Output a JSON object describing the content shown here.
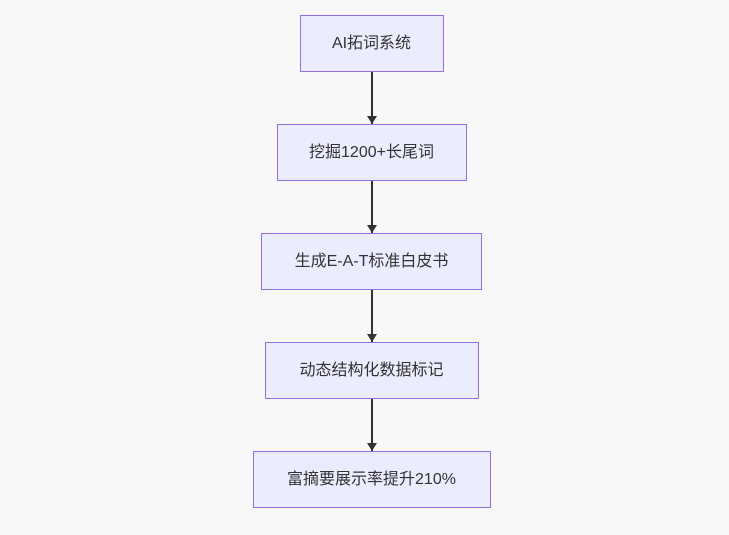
{
  "flowchart": {
    "type": "flowchart-vertical",
    "nodes": [
      {
        "id": "node-1",
        "label": "AI拓词系统"
      },
      {
        "id": "node-2",
        "label": "挖掘1200+长尾词"
      },
      {
        "id": "node-3",
        "label": "生成E-A-T标准白皮书"
      },
      {
        "id": "node-4",
        "label": "动态结构化数据标记"
      },
      {
        "id": "node-5",
        "label": "富摘要展示率提升210%"
      }
    ],
    "edges": [
      {
        "from": "node-1",
        "to": "node-2",
        "style": "arrow-down"
      },
      {
        "from": "node-2",
        "to": "node-3",
        "style": "arrow-down"
      },
      {
        "from": "node-3",
        "to": "node-4",
        "style": "arrow-down"
      },
      {
        "from": "node-4",
        "to": "node-5",
        "style": "arrow-down"
      }
    ],
    "colors": {
      "node_fill": "#ECECFF",
      "node_border": "#9370DB",
      "arrow": "#333333",
      "text": "#333333",
      "background": "#f8f8f8"
    }
  }
}
